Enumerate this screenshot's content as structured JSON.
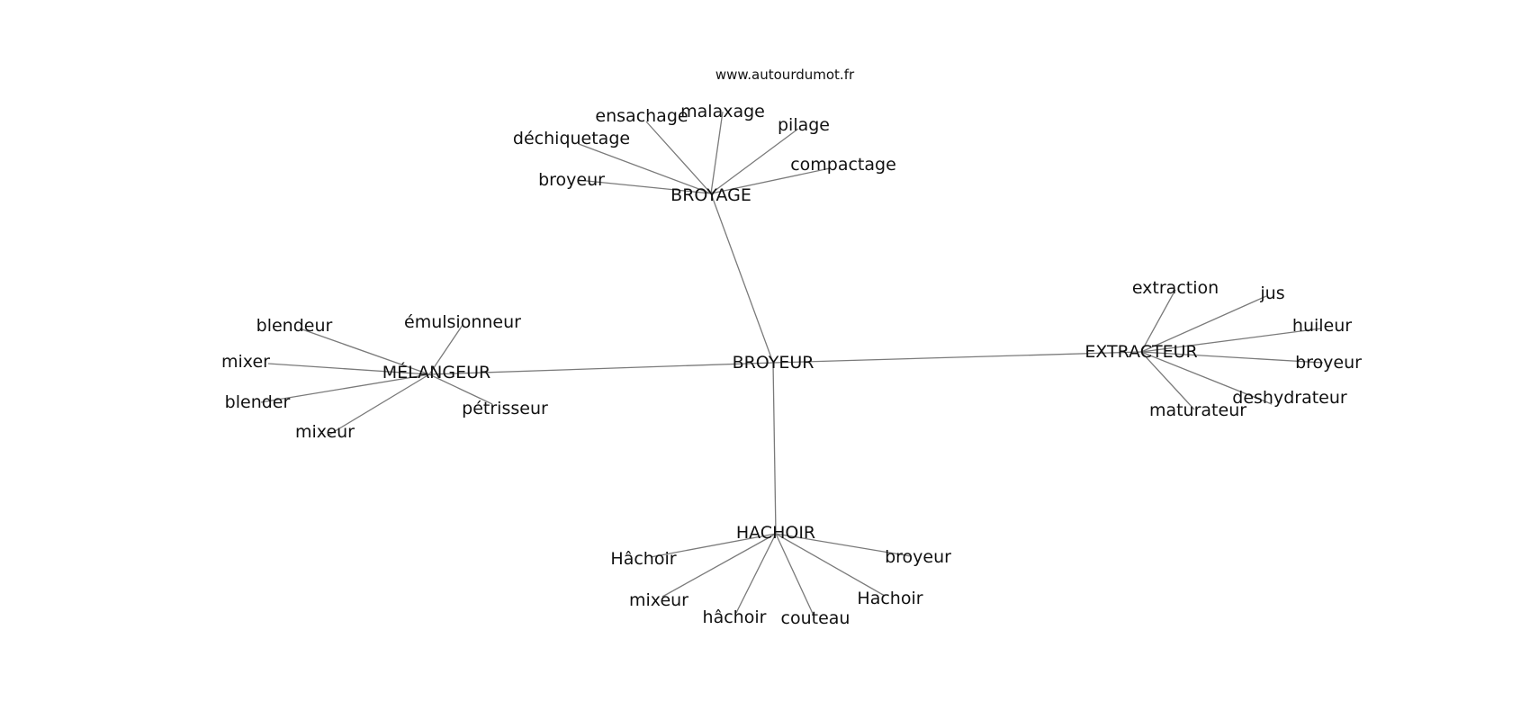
{
  "site": "www.autourdumot.fr",
  "graph": {
    "center": "BROYEUR",
    "clusters": [
      {
        "hub": "BROYAGE",
        "leaves": [
          "broyeur",
          "déchiquetage",
          "ensachage",
          "malaxage",
          "pilage",
          "compactage"
        ]
      },
      {
        "hub": "MÉLANGEUR",
        "leaves": [
          "blendeur",
          "émulsionneur",
          "mixer",
          "blender",
          "mixeur",
          "pétrisseur"
        ]
      },
      {
        "hub": "EXTRACTEUR",
        "leaves": [
          "extraction",
          "jus",
          "huileur",
          "broyeur",
          "deshydrateur",
          "maturateur"
        ]
      },
      {
        "hub": "HACHOIR",
        "leaves": [
          "Hâchoir",
          "mixeur",
          "hâchoir",
          "couteau",
          "Hachoir",
          "broyeur"
        ]
      }
    ]
  }
}
